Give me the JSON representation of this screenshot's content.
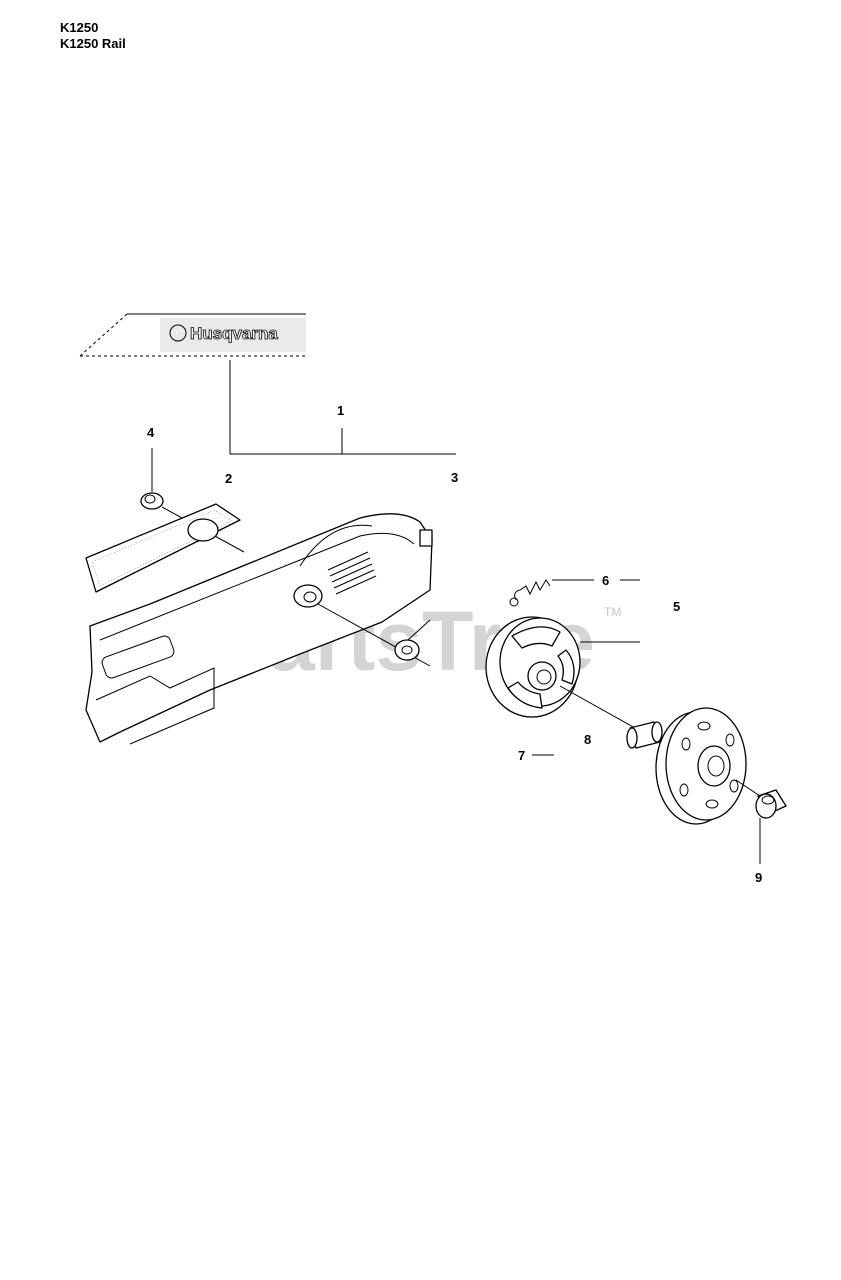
{
  "header": {
    "model_line_1": "K1250",
    "model_line_2": "K1250 Rail"
  },
  "decal": {
    "brand_text": "Husqvarna"
  },
  "watermark": {
    "text": "PartsTree",
    "trademark": "TM"
  },
  "callouts": [
    {
      "id": "1",
      "label": "1"
    },
    {
      "id": "2",
      "label": "2"
    },
    {
      "id": "3",
      "label": "3"
    },
    {
      "id": "4",
      "label": "4"
    },
    {
      "id": "5",
      "label": "5"
    },
    {
      "id": "6",
      "label": "6"
    },
    {
      "id": "7",
      "label": "7"
    },
    {
      "id": "8",
      "label": "8"
    },
    {
      "id": "9",
      "label": "9"
    }
  ]
}
